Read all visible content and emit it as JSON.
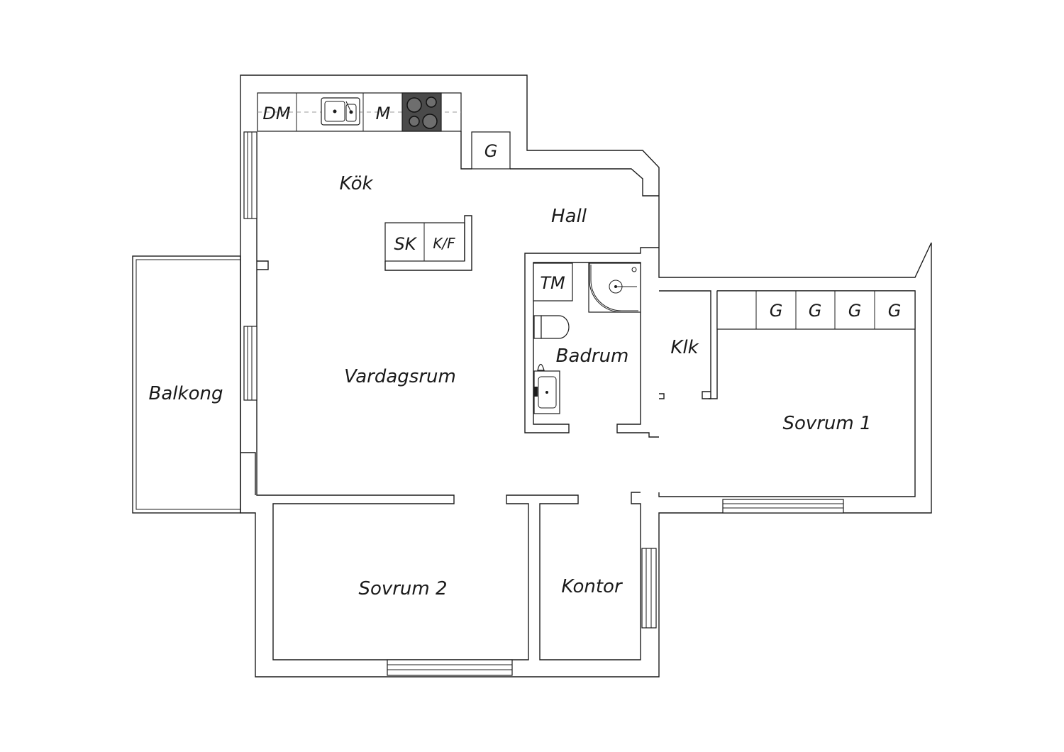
{
  "rooms": {
    "kok": "Kök",
    "hall": "Hall",
    "vardagsrum": "Vardagsrum",
    "balkong": "Balkong",
    "badrum": "Badrum",
    "klk": "Klk",
    "sovrum1": "Sovrum 1",
    "sovrum2": "Sovrum 2",
    "kontor": "Kontor"
  },
  "fixtures": {
    "dishwasher": "DM",
    "microwave": "M",
    "wardrobe": "G",
    "fridge": "SK",
    "fridge_freezer": "K/F",
    "dryer": "TM",
    "sovrum1_wardrobes": [
      "G",
      "G",
      "G",
      "G"
    ]
  }
}
